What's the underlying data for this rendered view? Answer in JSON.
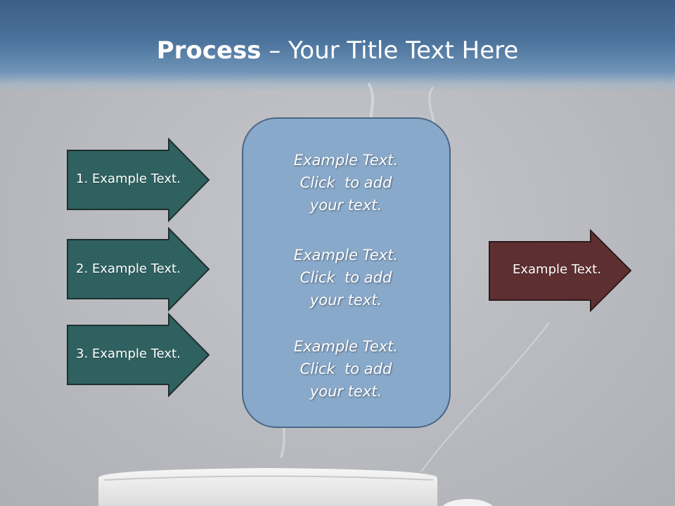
{
  "title": {
    "bold": "Process",
    "rest": " – Your Title Text Here"
  },
  "left_arrows": [
    {
      "label": "1. Example Text."
    },
    {
      "label": "2. Example Text."
    },
    {
      "label": "3. Example Text."
    }
  ],
  "center_box": {
    "items": [
      {
        "line1": "Example Text.",
        "line2": "Click  to add",
        "line3": "your text."
      },
      {
        "line1": "Example Text.",
        "line2": "Click  to add",
        "line3": "your text."
      },
      {
        "line1": "Example Text.",
        "line2": "Click  to add",
        "line3": "your text."
      }
    ]
  },
  "right_arrow": {
    "label": "Example Text."
  },
  "colors": {
    "header": "#4b739c",
    "left_arrow_fill": "#2e6160",
    "right_arrow_fill": "#5e2f31",
    "center_box_fill": "#89a9ca",
    "background": "#b8babf"
  }
}
